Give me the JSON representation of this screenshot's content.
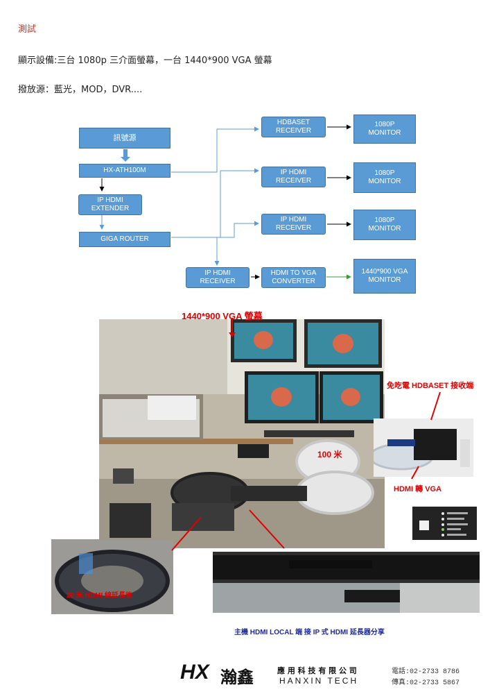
{
  "header": {
    "title": "測試",
    "display_line": "顯示設備:三台 1080p 三介面螢幕，一台 1440*900 VGA 螢幕",
    "source_line": "撥放源：藍光，MOD，DVR...."
  },
  "diagram": {
    "source": "訊號源",
    "hx": "HX-ATH100M",
    "extender": "IP HDMI\nEXTENDER",
    "router": "GIGA ROUTER",
    "r1_recv": "HDBASET\nRECEIVER",
    "r1_mon": "1080P\nMONITOR",
    "r2_recv": "IP HDMI\nRECEIVER",
    "r2_mon": "1080P\nMONITOR",
    "r3_recv": "IP HDMI\nRECEIVER",
    "r3_mon": "1080P\nMONITOR",
    "r4_recv": "IP HDMI\nRECEIVER",
    "r4_conv": "HDMI TO VGA\nCONVERTER",
    "r4_mon": "1440*900 VGA\nMONITOR"
  },
  "photo_captions": {
    "vga_monitor": "1440*900 VGA 螢幕",
    "hdbaset_rx": "免吃電 HDBASET 接收端",
    "hundred_m": "100 米",
    "hdmi_vga": "HDMI 轉 VGA",
    "twenty_m": "20 米 HDMI 線延長後",
    "bottom": "主機 HDMI LOCAL 端 接 IP 式 HDMI 延長器分享"
  },
  "footer": {
    "logo": "HX",
    "brand_cn": "瀚鑫",
    "company_cn": "應 用 科 技 有 限 公 司",
    "company_en": "HANXIN TECH",
    "phone": "電話:02-2733 8786",
    "fax": "傳真:02-2733 5867"
  },
  "colors": {
    "box": "#5b9bd5",
    "caption": "#e00000"
  }
}
